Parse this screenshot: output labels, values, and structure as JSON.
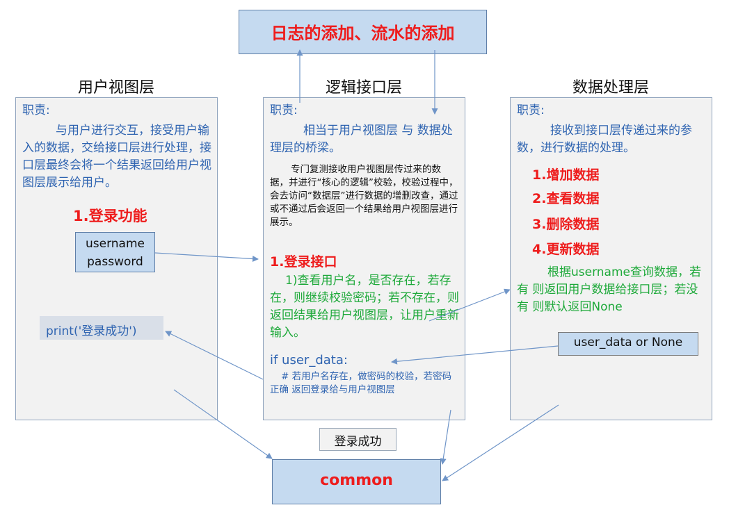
{
  "top_box": "日志的添加、流水的添加",
  "columns": {
    "view": {
      "header": "用户视图层",
      "duty_label": "职责:",
      "duty_text": "与用户进行交互，接受用户输入的数据，交给接口层进行处理，接口层最终会将一个结果返回给用户视图层展示给用户。",
      "feature": "1.登录功能",
      "input_box": [
        "username",
        "password"
      ],
      "print_box": "print('登录成功')"
    },
    "interface": {
      "header": "逻辑接口层",
      "duty_label": "职责:",
      "duty_text": "相当于用户视图层 与 数据处理层的桥梁。",
      "detail": "专门复测接收用户视图层传过来的数据，并进行“核心的逻辑”校验，校验过程中，会去访问“数据层”进行数据的增删改查，通过或不通过后会返回一个结果给用户视图层进行展示。",
      "feature": "1.登录接口",
      "check_text": "1)查看用户名，是否存在，若存在，则继续校验密码；若不存在，则返回结果给用户视图层，让用户重新输入。",
      "if_line": "if user_data:",
      "comment": "# 若用户名存在，做密码的校验，若密码正确 返回登录给与用户视图层"
    },
    "data": {
      "header": "数据处理层",
      "duty_label": "职责:",
      "duty_text": "接收到接口层传递过来的参数，进行数据的处理。",
      "ops": [
        "1.增加数据",
        "2.查看数据",
        "3.删除数据",
        "4.更新数据"
      ],
      "query_text": "根据username查询数据，若有 则返回用户数据给接口层；若没有 则默认返回None",
      "return_box": "user_data or None"
    }
  },
  "success_label": "登录成功",
  "bottom_box": "common",
  "colors": {
    "panel_bg": "#f2f2f2",
    "box_fill": "#c5daf0",
    "text_blue": "#2f64b1",
    "text_green": "#1ea93a",
    "text_red": "#ee1c1c",
    "arrow": "#6f95c8"
  }
}
